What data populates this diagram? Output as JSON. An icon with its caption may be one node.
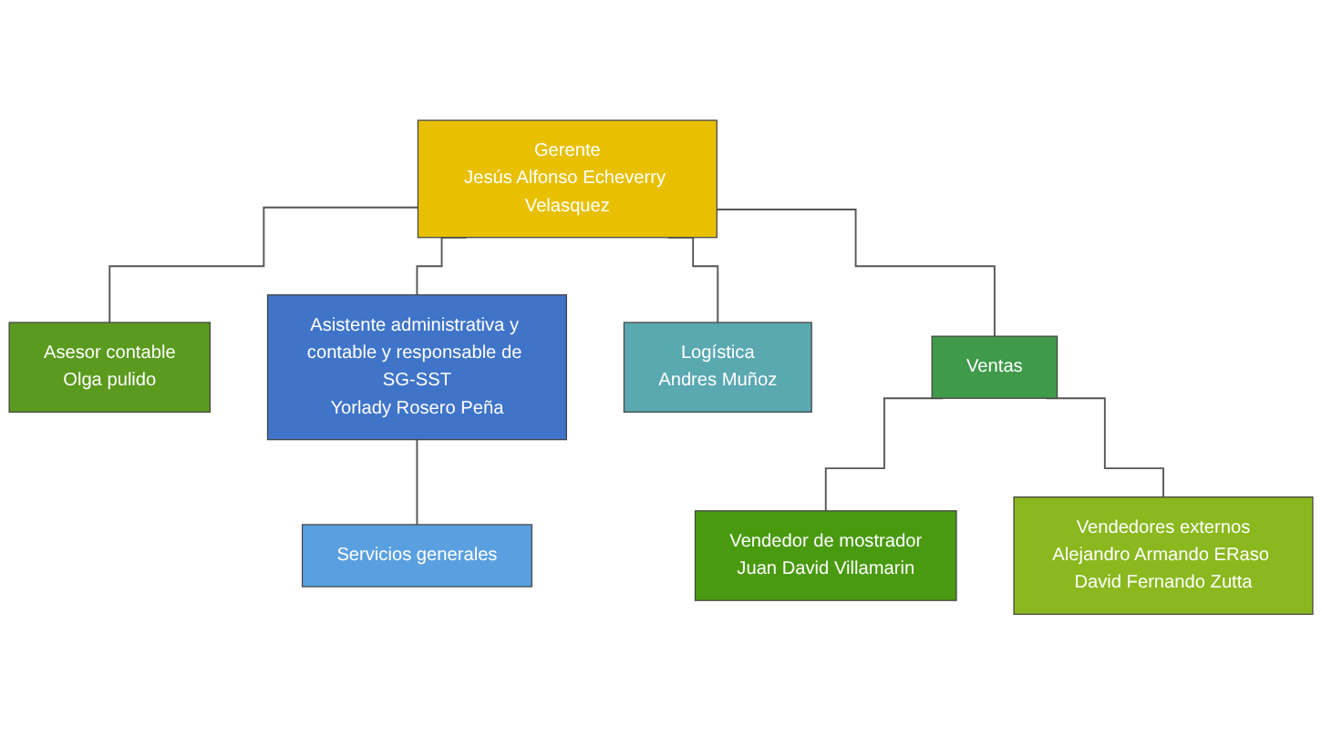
{
  "diagram": {
    "nodes": [
      {
        "text": [
          "Gerente",
          "Jesús Alfonso Echeverry Velasquez"
        ]
      },
      {
        "text": [
          "Asesor contable",
          "Olga pulido"
        ]
      },
      {
        "text": [
          "Asistente administrativa y contable y responsable de SG-SST",
          "Yorlady Rosero Peña"
        ]
      },
      {
        "text": [
          "Logística",
          "Andres Muñoz"
        ]
      },
      {
        "text": [
          "Ventas"
        ]
      },
      {
        "text": [
          "Servicios generales"
        ]
      },
      {
        "text": [
          "Vendedor de mostrador",
          "Juan David Villamarin"
        ]
      },
      {
        "text": [
          "Vendedores externos",
          "Alejandro Armando ERaso David Fernando Zutta"
        ]
      }
    ],
    "edges": [
      {
        "from": 0,
        "to": 1,
        "arrow": "none"
      },
      {
        "from": 0,
        "to": 2,
        "arrow": "none"
      },
      {
        "from": 0,
        "to": 3,
        "arrow": "none"
      },
      {
        "from": 0,
        "to": 4,
        "arrow": "none"
      },
      {
        "from": 2,
        "to": 5,
        "arrow": "none"
      },
      {
        "from": 4,
        "to": 6,
        "arrow": "none"
      },
      {
        "from": 4,
        "to": 7,
        "arrow": "none"
      }
    ]
  }
}
